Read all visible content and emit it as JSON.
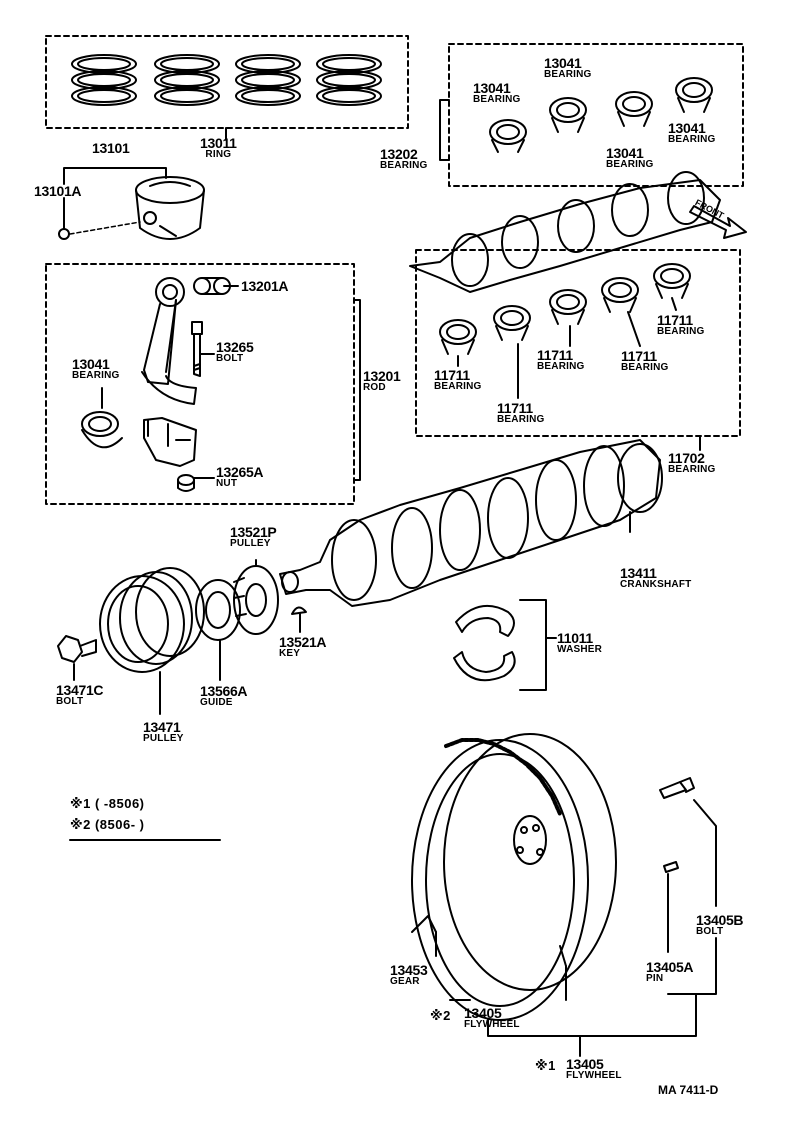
{
  "labels": {
    "l13011": {
      "num": "13011",
      "name": "RING"
    },
    "l13101": {
      "num": "13101"
    },
    "l13101A": {
      "num": "13101A"
    },
    "l13202": {
      "num": "13202",
      "name": "BEARING"
    },
    "l13041a": {
      "num": "13041",
      "name": "BEARING"
    },
    "l13041b": {
      "num": "13041",
      "name": "BEARING"
    },
    "l13041c": {
      "num": "13041",
      "name": "BEARING"
    },
    "l13041d": {
      "num": "13041",
      "name": "BEARING"
    },
    "l13201A": {
      "num": "13201A"
    },
    "l13265": {
      "num": "13265",
      "name": "BOLT"
    },
    "l13041rod": {
      "num": "13041",
      "name": "BEARING"
    },
    "l13201": {
      "num": "13201",
      "name": "ROD"
    },
    "l13265A": {
      "num": "13265A",
      "name": "NUT"
    },
    "l11711a": {
      "num": "11711",
      "name": "BEARING"
    },
    "l11711b": {
      "num": "11711",
      "name": "BEARING"
    },
    "l11711c": {
      "num": "11711",
      "name": "BEARING"
    },
    "l11711d": {
      "num": "11711",
      "name": "BEARING"
    },
    "l11711e": {
      "num": "11711",
      "name": "BEARING"
    },
    "l11702": {
      "num": "11702",
      "name": "BEARING"
    },
    "l13521P": {
      "num": "13521P",
      "name": "PULLEY"
    },
    "l13411": {
      "num": "13411",
      "name": "CRANKSHAFT"
    },
    "l11011": {
      "num": "11011",
      "name": "WASHER"
    },
    "l13521A": {
      "num": "13521A",
      "name": "KEY"
    },
    "l13471C": {
      "num": "13471C",
      "name": "BOLT"
    },
    "l13566A": {
      "num": "13566A",
      "name": "GUIDE"
    },
    "l13471": {
      "num": "13471",
      "name": "PULLEY"
    },
    "l13405B": {
      "num": "13405B",
      "name": "BOLT"
    },
    "l13453": {
      "num": "13453",
      "name": "GEAR"
    },
    "l13405A": {
      "num": "13405A",
      "name": "PIN"
    },
    "l13405fw2": {
      "num": "13405",
      "name": "FLYWHEEL"
    },
    "l13405fw1": {
      "num": "13405",
      "name": "FLYWHEEL"
    }
  },
  "notes": {
    "note1": "※1 (     -8506)",
    "note2": "※2 (8506-      )",
    "mark1": "※1",
    "mark2": "※2"
  },
  "front_tag": "FRONT",
  "diagram_code": "MA  7411-D"
}
